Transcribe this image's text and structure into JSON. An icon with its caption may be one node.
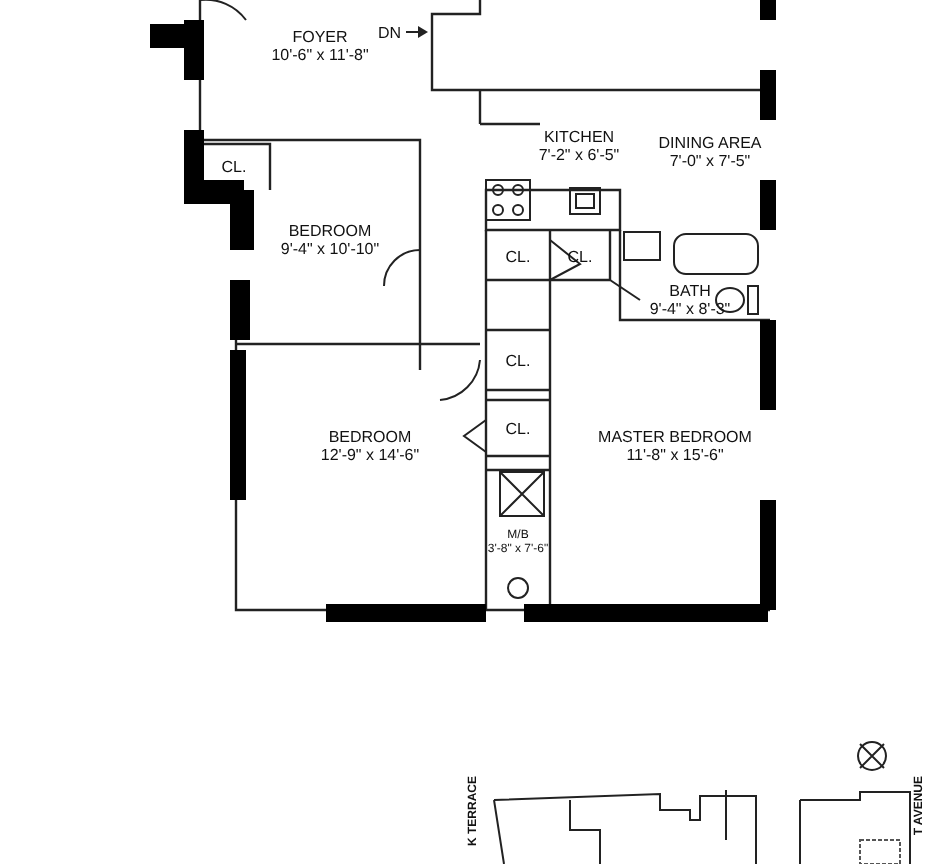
{
  "diagram": {
    "nodes": [
      {
        "text": [
          "FOYER",
          "10'-6\" x 11'-8\""
        ]
      },
      {
        "text": [
          "KITCHEN",
          "7'-2\" x 6'-5\""
        ]
      },
      {
        "text": [
          "DINING AREA",
          "7'-0\" x 7'-5\""
        ]
      },
      {
        "text": [
          "CL."
        ]
      },
      {
        "text": [
          "BEDROOM",
          "9'-4\" x 10'-10\""
        ]
      },
      {
        "text": [
          "CL."
        ]
      },
      {
        "text": [
          "CL."
        ]
      },
      {
        "text": [
          "BATH",
          "9'-4\" x 8'-3\""
        ]
      },
      {
        "text": [
          "CL."
        ]
      },
      {
        "text": [
          "CL."
        ]
      },
      {
        "text": [
          "BEDROOM",
          "12'-9\" x 14'-6\""
        ]
      },
      {
        "text": [
          "MASTER BEDROOM",
          "11'-8\" x 15'-6\""
        ]
      },
      {
        "text": [
          "M/B",
          "3'-8\" x 7'-6\""
        ]
      }
    ],
    "edges": [],
    "labels": [
      "DN",
      "K TERRACE",
      "T AVENUE"
    ]
  }
}
